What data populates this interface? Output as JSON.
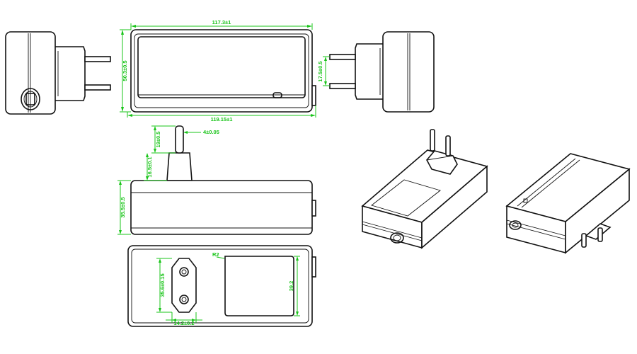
{
  "colors": {
    "dimension": "#19c419",
    "outline": "#111111"
  },
  "dimensions": {
    "top_width": "117.3±1",
    "bottom_width": "119.15±1",
    "body_height": "50.3±0.5",
    "plug_offset": "17.5±0.5",
    "pin_length": "19±0.5",
    "pin_diameter": "4±0.05",
    "plug_base_height": "16.5±0.1",
    "side_body_height": "35.5±0.5",
    "socket_height": "35.6±0.15",
    "socket_width": "14.2±0.2",
    "label_height": "39.2",
    "label_corner": "R2"
  }
}
